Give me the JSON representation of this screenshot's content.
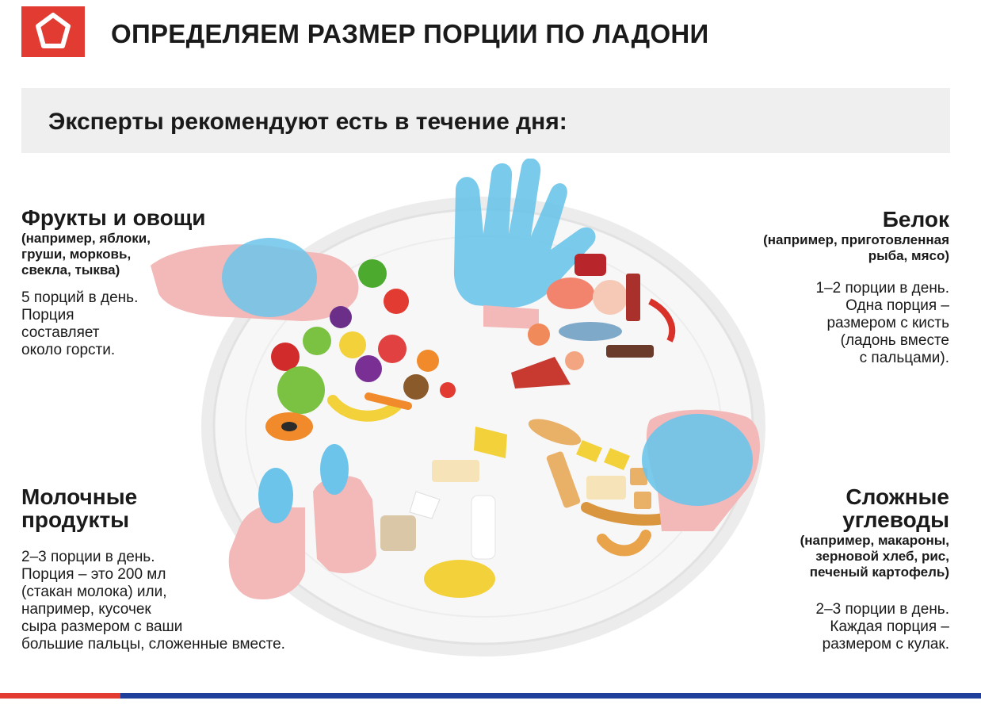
{
  "title": "ОПРЕДЕЛЯЕМ РАЗМЕР ПОРЦИИ ПО ЛАДОНИ",
  "banner": "Эксперты рекомендуют есть в течение дня:",
  "colors": {
    "accent_red": "#e23b32",
    "accent_blue": "#1f3f9a",
    "hand_blue": "#6cc4ea",
    "hand_pink": "#f3b8b8"
  },
  "fruits": {
    "heading": "Фрукты и овощи",
    "example": [
      "(например, яблоки,",
      "груши, морковь,",
      "свекла, тыква)"
    ],
    "text": [
      "5 порций в день.",
      "Порция",
      "составляет",
      "около горсти."
    ]
  },
  "protein": {
    "heading": "Белок",
    "example": [
      "(например, приготовленная",
      "рыба, мясо)"
    ],
    "text": [
      "1–2 порции в день.",
      "Одна порция –",
      "размером с кисть",
      "(ладонь вместе",
      "с пальцами)."
    ]
  },
  "dairy": {
    "heading": [
      "Молочные",
      "продукты"
    ],
    "text": [
      "2–3 порции в день.",
      "Порция – это 200 мл",
      "(стакан молока) или,",
      "например, кусочек",
      "сыра размером с ваши",
      "большие пальцы, сложенные вместе."
    ]
  },
  "carbs": {
    "heading": [
      "Сложные",
      "углеводы"
    ],
    "example": [
      "(например, макароны,",
      "зерновой хлеб, рис,",
      "печеный картофель)"
    ],
    "text": [
      "2–3 порции в день.",
      "Каждая порция –",
      "размером с кулак."
    ]
  },
  "icons": [
    "pentagon-logo-icon",
    "plate-icon",
    "cupped-hand-icon",
    "open-palm-icon",
    "fist-icon",
    "thumbs-icon"
  ]
}
